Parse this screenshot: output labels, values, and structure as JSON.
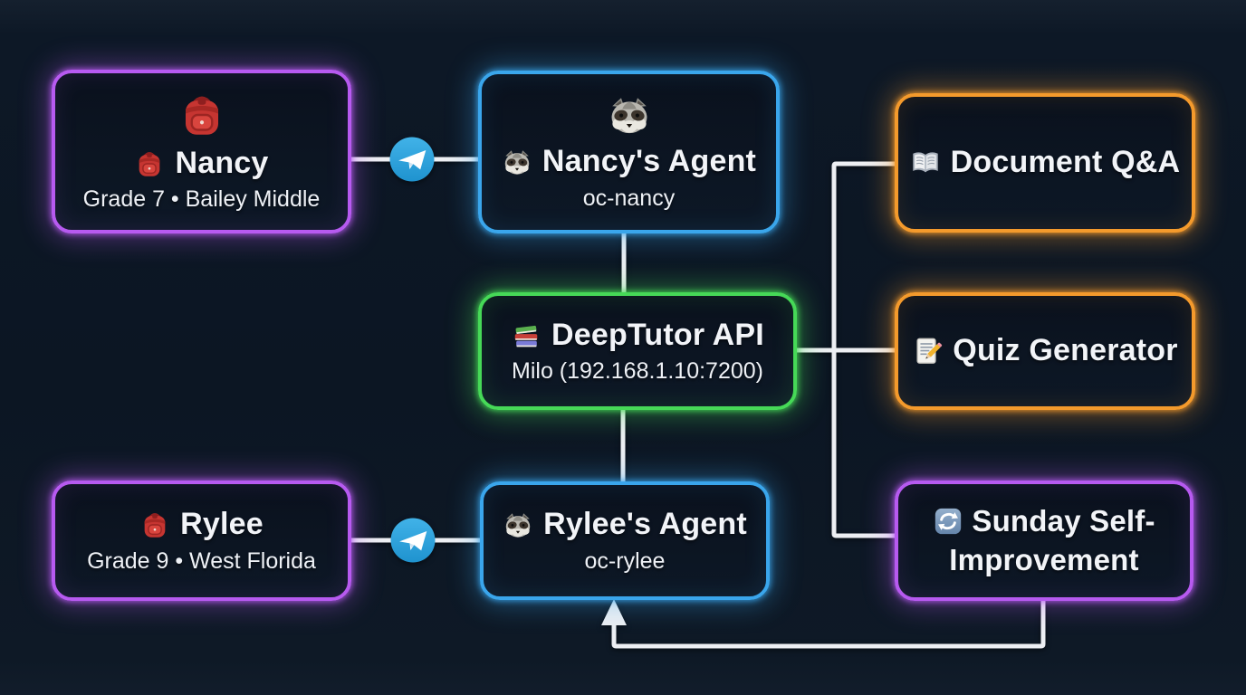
{
  "diagram": {
    "background_color": "#0c1623",
    "connector_color": "#edeff3",
    "telegram_color": "#2da0d8",
    "nodes": {
      "nancy": {
        "icon": "backpack-icon",
        "emoji": "🎒",
        "title": "Nancy",
        "subtitle": "Grade 7 • Bailey Middle",
        "accent": "#b75af0"
      },
      "nancy_agent": {
        "icon": "raccoon-icon",
        "emoji": "🦝",
        "title": "Nancy's Agent",
        "subtitle": "oc-nancy",
        "accent": "#3aa6ec"
      },
      "document_qa": {
        "icon": "open-book-icon",
        "emoji": "📖",
        "title": "Document Q&A",
        "accent": "#f49a2c"
      },
      "deeptutor_api": {
        "icon": "books-icon",
        "emoji": "📚",
        "title": "DeepTutor API",
        "subtitle": "Milo (192.168.1.10:7200)",
        "accent": "#46d957"
      },
      "quiz_generator": {
        "icon": "memo-icon",
        "emoji": "📝",
        "title": "Quiz Generator",
        "accent": "#f49a2c"
      },
      "rylee": {
        "icon": "backpack-icon",
        "emoji": "🎒",
        "title": "Rylee",
        "subtitle": "Grade 9 • West Florida",
        "accent": "#b75af0"
      },
      "rylee_agent": {
        "icon": "raccoon-icon",
        "emoji": "🦝",
        "title": "Rylee's Agent",
        "subtitle": "oc-rylee",
        "accent": "#3aa6ec"
      },
      "sunday_self_improvement": {
        "icon": "refresh-icon",
        "emoji": "🔄",
        "title": "Sunday Self-Improvement",
        "accent": "#b75af0"
      }
    },
    "connectors": [
      {
        "from": "nancy",
        "to": "nancy_agent",
        "via": "telegram-icon"
      },
      {
        "from": "rylee",
        "to": "rylee_agent",
        "via": "telegram-icon"
      },
      {
        "from": "nancy_agent",
        "to": "deeptutor_api"
      },
      {
        "from": "deeptutor_api",
        "to": "rylee_agent"
      },
      {
        "from": "deeptutor_api",
        "to": "document_qa"
      },
      {
        "from": "deeptutor_api",
        "to": "quiz_generator"
      },
      {
        "from": "deeptutor_api",
        "to": "sunday_self_improvement"
      },
      {
        "from": "sunday_self_improvement",
        "to": "rylee_agent",
        "style": "arrow"
      }
    ]
  }
}
